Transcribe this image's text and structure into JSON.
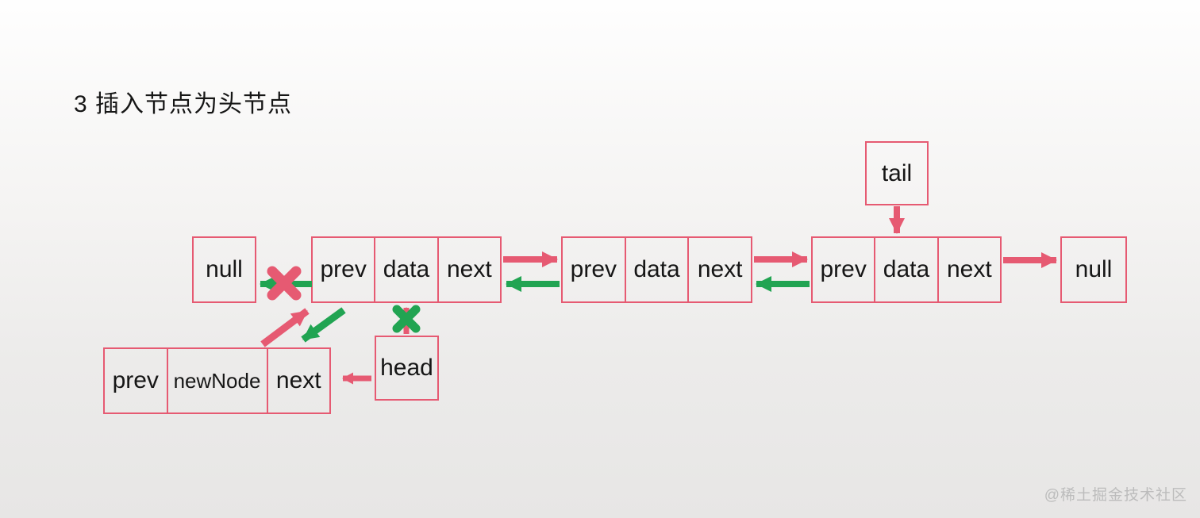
{
  "title": "3 插入节点为头节点",
  "watermark": "@稀土掘金技术社区",
  "colors": {
    "pink": "#e65a72",
    "green": "#21a452",
    "text": "#161616",
    "watermark": "#bcbcbc"
  },
  "labels": {
    "null_left": "null",
    "null_right": "null",
    "tail": "tail",
    "head": "head"
  },
  "nodes": [
    {
      "name": "node1",
      "cells": [
        "prev",
        "data",
        "next"
      ]
    },
    {
      "name": "node2",
      "cells": [
        "prev",
        "data",
        "next"
      ]
    },
    {
      "name": "node3",
      "cells": [
        "prev",
        "data",
        "next"
      ]
    }
  ],
  "new_node": {
    "cells": [
      "prev",
      "newNode",
      "next"
    ]
  },
  "edges": [
    {
      "from": "node1.next",
      "to": "node2.prev",
      "color": "pink",
      "broken": false
    },
    {
      "from": "node2.prev",
      "to": "node1.next",
      "color": "green",
      "broken": false
    },
    {
      "from": "node2.next",
      "to": "node3.prev",
      "color": "pink",
      "broken": false
    },
    {
      "from": "node3.prev",
      "to": "node2.next",
      "color": "green",
      "broken": false
    },
    {
      "from": "node3.next",
      "to": "null_right",
      "color": "pink",
      "broken": false
    },
    {
      "from": "node1.prev",
      "to": "null_left",
      "color": "green",
      "broken": true,
      "x_color": "pink"
    },
    {
      "from": "tail",
      "to": "node3.data",
      "color": "pink",
      "broken": false
    },
    {
      "from": "head",
      "to": "node1.data",
      "color": "pink",
      "broken": true,
      "x_color": "green"
    },
    {
      "from": "head",
      "to": "newNode.next",
      "color": "pink",
      "broken": false
    },
    {
      "from": "newNode.next",
      "to": "node1.prev",
      "color": "pink",
      "broken": false
    },
    {
      "from": "node1.prev",
      "to": "newNode.next",
      "color": "green",
      "broken": false
    }
  ]
}
